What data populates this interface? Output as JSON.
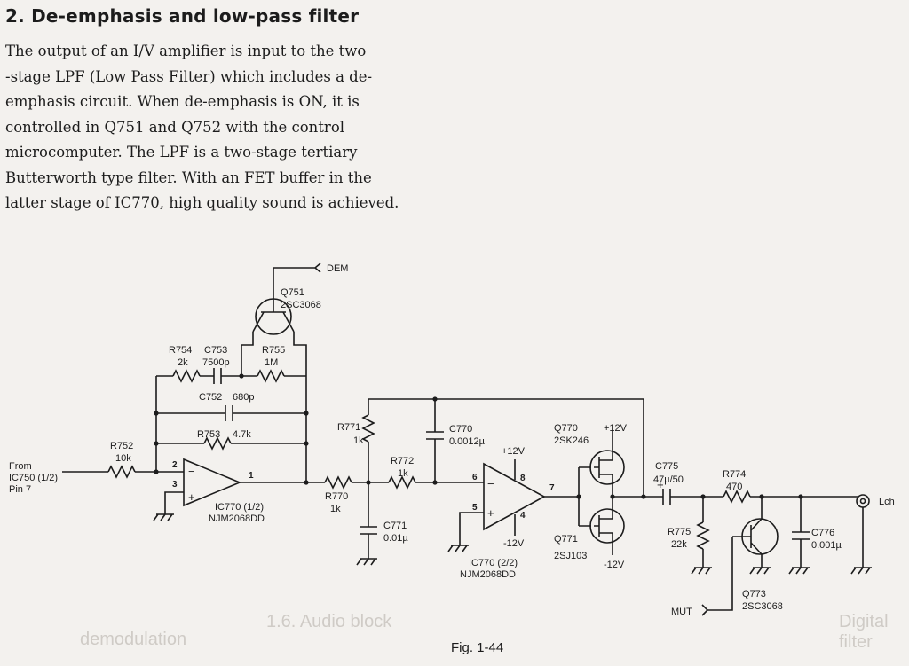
{
  "section": {
    "title": "2. De-emphasis and low-pass filter"
  },
  "paragraph_lines": [
    "The output of an I/V amplifier is input to the two",
    "-stage LPF (Low Pass Filter) which includes a de-",
    "emphasis circuit. When de-emphasis is ON, it is",
    "controlled in Q751 and Q752 with the control",
    "microcomputer. The LPF is a two-stage tertiary",
    "Butterworth type filter. With an FET buffer in the",
    "latter stage of IC770, high quality sound is achieved."
  ],
  "schematic": {
    "input": {
      "from": "From",
      "source": "IC750 (1/2)",
      "pin": "Pin 7"
    },
    "dem_label": "DEM",
    "mut_label": "MUT",
    "output_label": "Lch",
    "transistors": {
      "q751": {
        "ref": "Q751",
        "part": "2SC3068"
      },
      "q770": {
        "ref": "Q770",
        "part": "2SK246"
      },
      "q771": {
        "ref": "Q771",
        "part": "2SJ103"
      },
      "q773": {
        "ref": "Q773",
        "part": "2SC3068"
      }
    },
    "ics": {
      "ic770_1": {
        "ref": "IC770 (1/2)",
        "part": "NJM2068DD",
        "pin_plus": "3",
        "pin_minus": "2",
        "pin_out": "1"
      },
      "ic770_2": {
        "ref": "IC770 (2/2)",
        "part": "NJM2068DD",
        "pin_plus": "5",
        "pin_minus": "6",
        "pin_out": "7",
        "pin_vplus": "8",
        "pin_vminus": "4"
      }
    },
    "supplies": {
      "q770_plus": "+12V",
      "q771_minus": "-12V",
      "ic_plus": "+12V",
      "ic_minus": "-12V"
    },
    "resistors": {
      "r752": {
        "ref": "R752",
        "value": "10k"
      },
      "r753": {
        "ref": "R753",
        "value": "4.7k"
      },
      "r754": {
        "ref": "R754",
        "value": "2k"
      },
      "r755": {
        "ref": "R755",
        "value": "1M"
      },
      "r770": {
        "ref": "R770",
        "value": "1k"
      },
      "r771": {
        "ref": "R771",
        "value": "1k"
      },
      "r772": {
        "ref": "R772",
        "value": "1k"
      },
      "r774": {
        "ref": "R774",
        "value": "470"
      },
      "r775": {
        "ref": "R775",
        "value": "22k"
      }
    },
    "capacitors": {
      "c752": {
        "ref": "C752",
        "value": "680p"
      },
      "c753": {
        "ref": "C753",
        "value": "7500p"
      },
      "c770": {
        "ref": "C770",
        "value": "0.0012µ"
      },
      "c771": {
        "ref": "C771",
        "value": "0.01µ"
      },
      "c775": {
        "ref": "C775",
        "value": "47µ/50"
      },
      "c776": {
        "ref": "C776",
        "value": "0.001µ"
      }
    }
  },
  "figure": {
    "caption": "Fig. 1-44"
  },
  "bleed_through": {
    "heading_a": "1.6. Audio block",
    "heading_b": "Digital filter",
    "heading_c": "demodulation"
  }
}
